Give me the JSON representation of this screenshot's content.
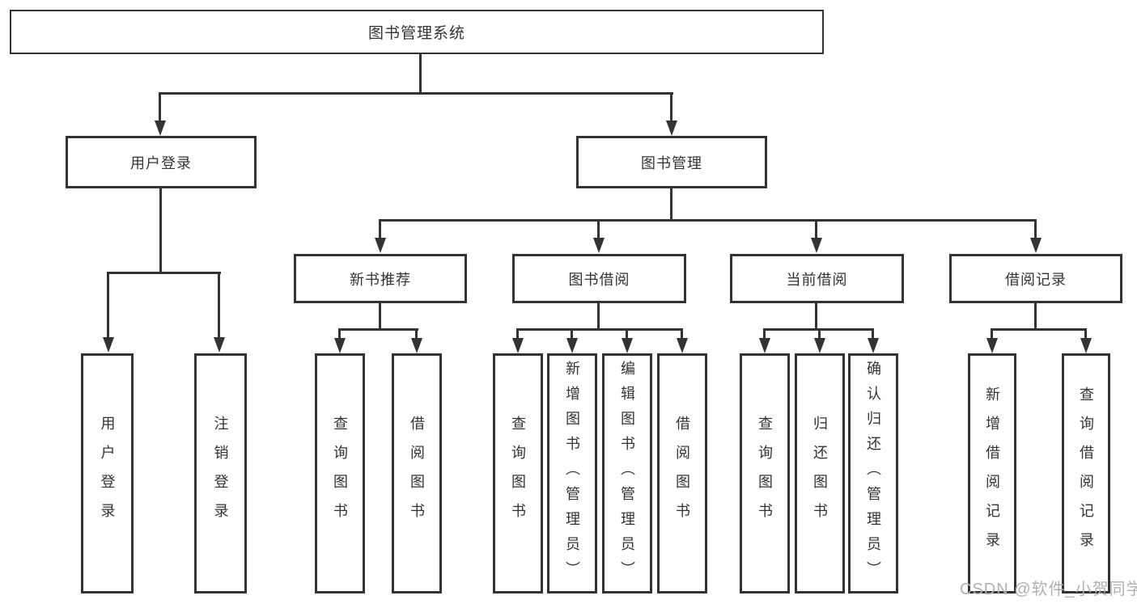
{
  "diagram_title": "图书管理系统",
  "tree": {
    "label": "图书管理系统",
    "children": [
      {
        "label": "用户登录",
        "children": [
          {
            "label": "用户登录"
          },
          {
            "label": "注销登录"
          }
        ]
      },
      {
        "label": "图书管理",
        "children": [
          {
            "label": "新书推荐",
            "children": [
              {
                "label": "查询图书"
              },
              {
                "label": "借阅图书"
              }
            ]
          },
          {
            "label": "图书借阅",
            "children": [
              {
                "label": "查询图书"
              },
              {
                "label": "新增图书（管理员）"
              },
              {
                "label": "编辑图书（管理员）"
              },
              {
                "label": "借阅图书"
              }
            ]
          },
          {
            "label": "当前借阅",
            "children": [
              {
                "label": "查询图书"
              },
              {
                "label": "归还图书"
              },
              {
                "label": "确认归还（管理员）"
              }
            ]
          },
          {
            "label": "借阅记录",
            "children": [
              {
                "label": "新增借阅记录"
              },
              {
                "label": "查询借阅记录"
              }
            ]
          }
        ]
      }
    ]
  },
  "watermark": {
    "text": "CSDN @软件_小贺同学"
  },
  "colors": {
    "line": "#333333",
    "box_background": "#ffffff",
    "text": "#333333",
    "watermark": "#b0b0b0"
  }
}
